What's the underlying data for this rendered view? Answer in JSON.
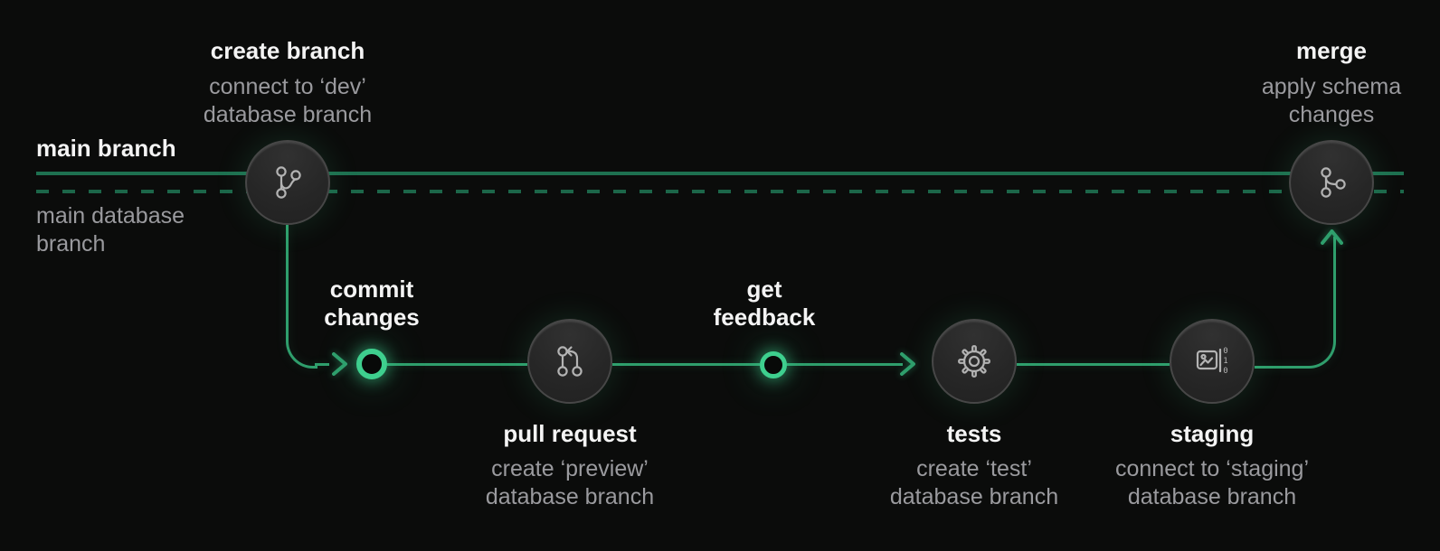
{
  "colors": {
    "background": "#0b0c0b",
    "line": "#1e7050",
    "line_bright": "#2f9e6c",
    "accent": "#3ecf8e",
    "node_border": "#474747",
    "icon_stroke": "#b3b3b3",
    "title_text": "#f4f4f4",
    "subtitle_text": "#9a9a9e"
  },
  "lanes": {
    "main_branch": "main branch",
    "main_database_branch": "main database branch"
  },
  "steps": {
    "create_branch": {
      "title": "create branch",
      "subtitle": "connect to ‘dev’ database branch"
    },
    "commit_changes": {
      "title": "commit changes"
    },
    "pull_request": {
      "title": "pull request",
      "subtitle": "create ‘preview’ database branch"
    },
    "get_feedback": {
      "title": "get feedback"
    },
    "tests": {
      "title": "tests",
      "subtitle": "create ‘test’ database branch"
    },
    "staging": {
      "title": "staging",
      "subtitle": "connect to ‘staging’ database branch"
    },
    "merge": {
      "title": "merge",
      "subtitle": "apply schema changes"
    }
  },
  "icons": {
    "create_branch": "git-branch-icon",
    "pull_request": "git-pull-request-icon",
    "tests": "gear-icon",
    "staging": "data-binary-icon",
    "merge": "git-merge-icon",
    "flow_arrows": [
      "arrow-right-icon",
      "arrow-right-icon",
      "arrow-up-icon"
    ]
  }
}
